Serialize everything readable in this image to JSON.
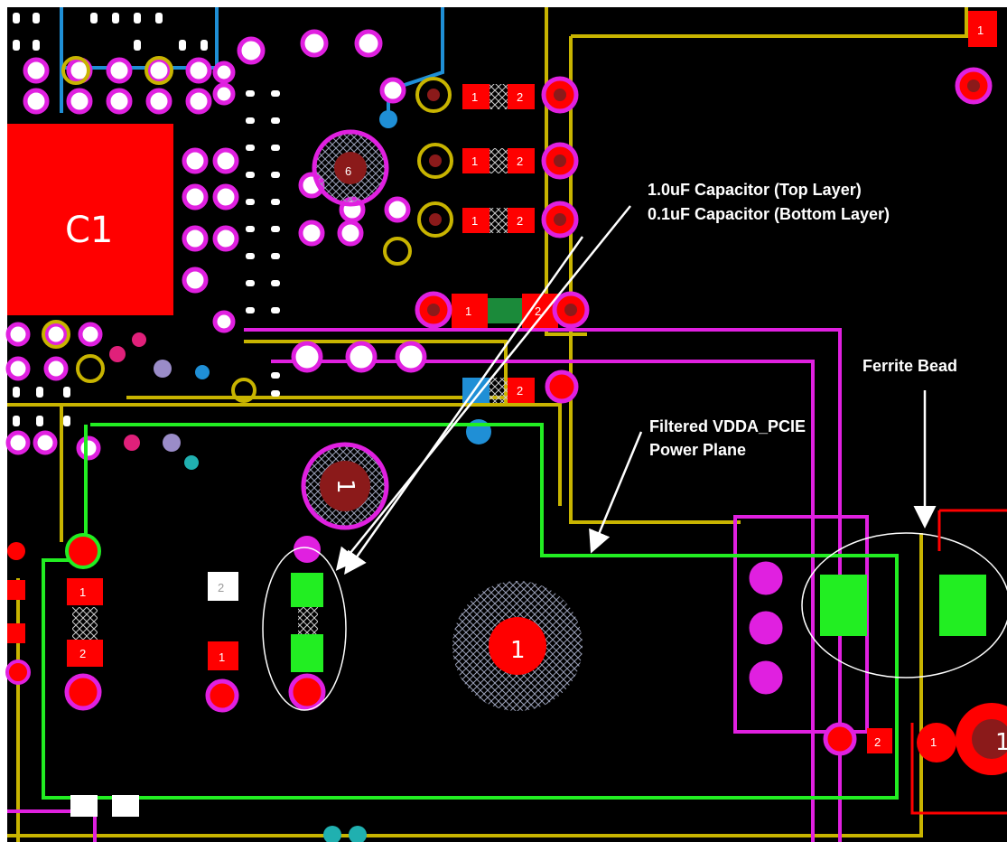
{
  "annotations": {
    "capacitor_line1": "1.0uF Capacitor (Top Layer)",
    "capacitor_line2": "0.1uF Capacitor (Bottom Layer)",
    "ferrite_bead": "Ferrite Bead",
    "power_plane_line1": "Filtered VDDA_PCIE",
    "power_plane_line2": "Power Plane"
  },
  "components": {
    "c1_ref": "C1",
    "via_large_top": "6",
    "via_large_mid": "1",
    "via_large_center": "1",
    "via_large_right": "1",
    "pad_1": "1",
    "pad_2": "2"
  },
  "colors": {
    "background": "#000000",
    "copper_trace": "#c8b400",
    "via_ring": "#e020e0",
    "pad": "#ff0000",
    "power_plane_outline": "#22ee22",
    "annotation": "#ffffff",
    "signal_trace": "#1f8fd6"
  }
}
